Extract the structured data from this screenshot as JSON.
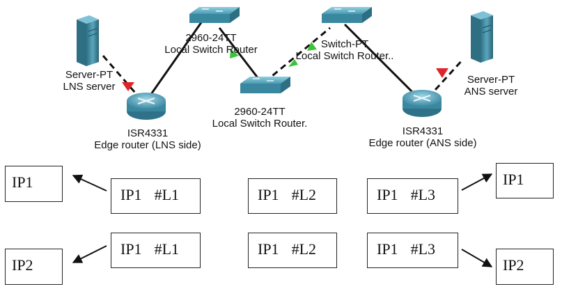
{
  "devices": {
    "server_left": {
      "name": "Server-PT",
      "desc": "LNS server",
      "icon": "server-icon"
    },
    "router_left": {
      "name": "ISR4331",
      "desc": "Edge router (LNS side)",
      "icon": "router-icon"
    },
    "switch_top_left": {
      "name": "2960-24TT",
      "desc": "Local Switch Router",
      "icon": "switch-icon"
    },
    "switch_mid": {
      "name": "2960-24TT",
      "desc": "Local Switch Router.",
      "icon": "switch-icon"
    },
    "switch_top_right": {
      "name": "Switch-PT",
      "desc": "Local Switch Router..",
      "icon": "switch-icon"
    },
    "router_right": {
      "name": "ISR4331",
      "desc": "Edge router (ANS side)",
      "icon": "router-icon"
    },
    "server_right": {
      "name": "Server-PT",
      "desc": "ANS server",
      "icon": "server-icon"
    }
  },
  "colors": {
    "link": "#111111",
    "status_down": "#e0242a",
    "status_up": "#3cc23c",
    "device": "#3e8aa0"
  },
  "packets": {
    "row1": {
      "left_ip": "IP1",
      "tags": [
        {
          "ip": "IP1",
          "label": "#L1"
        },
        {
          "ip": "IP1",
          "label": "#L2"
        },
        {
          "ip": "IP1",
          "label": "#L3"
        }
      ],
      "right_ip": "IP1"
    },
    "row2": {
      "left_ip": "IP2",
      "tags": [
        {
          "ip": "IP1",
          "label": "#L1"
        },
        {
          "ip": "IP1",
          "label": "#L2"
        },
        {
          "ip": "IP1",
          "label": "#L3"
        }
      ],
      "right_ip": "IP2"
    }
  }
}
